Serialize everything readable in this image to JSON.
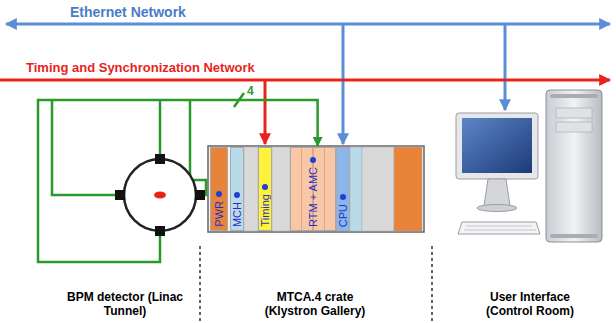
{
  "diagram": {
    "nodes": [
      {
        "text": [
          "BPM detector (Linac Tunnel)"
        ]
      },
      {
        "text": [
          "MTCA.4 crate (Klystron Gallery)"
        ]
      },
      {
        "text": [
          "PWR"
        ],
        "in": 1
      },
      {
        "text": [
          "MCH"
        ],
        "in": 1
      },
      {
        "text": [
          "Timing"
        ],
        "in": 1
      },
      {
        "text": [
          "RTM + AMC"
        ],
        "in": 1
      },
      {
        "text": [
          "CPU"
        ],
        "in": 1
      },
      {
        "text": [
          "User Interface (Control Room)"
        ]
      }
    ],
    "edges": [
      {
        "from": 0,
        "to": 5,
        "label": "4",
        "arrow": "to"
      }
    ],
    "labels": [
      "Ethernet Network",
      "Timing and Synchronization Network"
    ]
  }
}
